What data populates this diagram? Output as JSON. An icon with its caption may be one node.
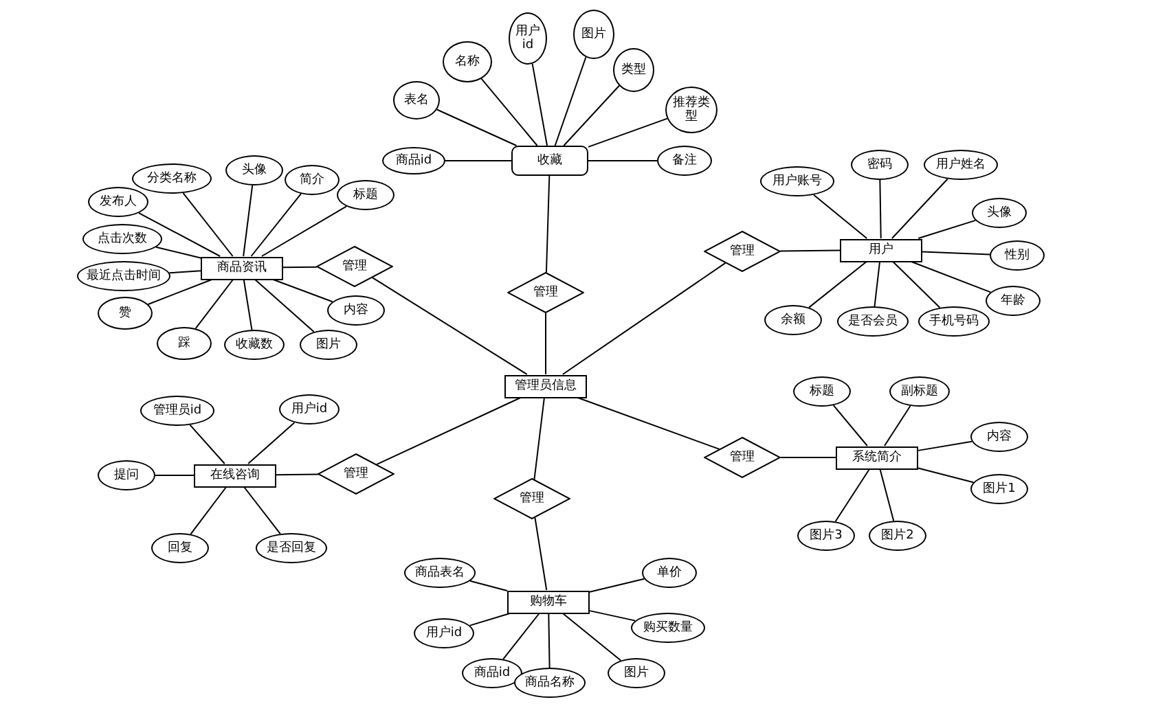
{
  "diagram": {
    "nodes": [
      {
        "text": [
          "收藏"
        ]
      },
      {
        "text": [
          "表名"
        ]
      },
      {
        "text": [
          "名称"
        ]
      },
      {
        "text": [
          "用户id"
        ]
      },
      {
        "text": [
          "图片"
        ]
      },
      {
        "text": [
          "类型"
        ]
      },
      {
        "text": [
          "推荐类型"
        ]
      },
      {
        "text": [
          "商品id"
        ]
      },
      {
        "text": [
          "备注"
        ]
      },
      {
        "text": [
          "商品资讯"
        ]
      },
      {
        "text": [
          "发布人"
        ]
      },
      {
        "text": [
          "分类名称"
        ]
      },
      {
        "text": [
          "头像"
        ]
      },
      {
        "text": [
          "简介"
        ]
      },
      {
        "text": [
          "标题"
        ]
      },
      {
        "text": [
          "点击次数"
        ]
      },
      {
        "text": [
          "最近点击时间"
        ]
      },
      {
        "text": [
          "赞"
        ]
      },
      {
        "text": [
          "踩"
        ]
      },
      {
        "text": [
          "收藏数"
        ]
      },
      {
        "text": [
          "图片"
        ]
      },
      {
        "text": [
          "内容"
        ]
      },
      {
        "text": [
          "管理"
        ]
      },
      {
        "text": [
          "管理"
        ]
      },
      {
        "text": [
          "用户"
        ]
      },
      {
        "text": [
          "用户账号"
        ]
      },
      {
        "text": [
          "密码"
        ]
      },
      {
        "text": [
          "用户姓名"
        ]
      },
      {
        "text": [
          "头像"
        ]
      },
      {
        "text": [
          "性别"
        ]
      },
      {
        "text": [
          "年龄"
        ]
      },
      {
        "text": [
          "余额"
        ]
      },
      {
        "text": [
          "是否会员"
        ]
      },
      {
        "text": [
          "手机号码"
        ]
      },
      {
        "text": [
          "管理"
        ]
      },
      {
        "text": [
          "管理员信息"
        ]
      },
      {
        "text": [
          "在线咨询"
        ]
      },
      {
        "text": [
          "管理员id"
        ]
      },
      {
        "text": [
          "用户id"
        ]
      },
      {
        "text": [
          "提问"
        ]
      },
      {
        "text": [
          "回复"
        ]
      },
      {
        "text": [
          "是否回复"
        ]
      },
      {
        "text": [
          "管理"
        ]
      },
      {
        "text": [
          "系统简介"
        ]
      },
      {
        "text": [
          "标题"
        ]
      },
      {
        "text": [
          "副标题"
        ]
      },
      {
        "text": [
          "内容"
        ]
      },
      {
        "text": [
          "图片1"
        ]
      },
      {
        "text": [
          "图片3"
        ]
      },
      {
        "text": [
          "图片2"
        ]
      },
      {
        "text": [
          "管理"
        ]
      },
      {
        "text": [
          "管理"
        ]
      },
      {
        "text": [
          "购物车"
        ]
      },
      {
        "text": [
          "商品表名"
        ]
      },
      {
        "text": [
          "单价"
        ]
      },
      {
        "text": [
          "用户id"
        ]
      },
      {
        "text": [
          "购买数量"
        ]
      },
      {
        "text": [
          "商品id"
        ]
      },
      {
        "text": [
          "商品名称"
        ]
      },
      {
        "text": [
          "图片"
        ]
      }
    ],
    "edges": [
      {
        "from": 0,
        "to": 1,
        "arrow": "none"
      },
      {
        "from": 0,
        "to": 2,
        "arrow": "none"
      },
      {
        "from": 0,
        "to": 3,
        "arrow": "none"
      },
      {
        "from": 0,
        "to": 4,
        "arrow": "none"
      },
      {
        "from": 0,
        "to": 5,
        "arrow": "none"
      },
      {
        "from": 0,
        "to": 6,
        "arrow": "none"
      },
      {
        "from": 0,
        "to": 7,
        "arrow": "none"
      },
      {
        "from": 0,
        "to": 8,
        "arrow": "none"
      },
      {
        "from": 9,
        "to": 10,
        "arrow": "none"
      },
      {
        "from": 9,
        "to": 11,
        "arrow": "none"
      },
      {
        "from": 9,
        "to": 12,
        "arrow": "none"
      },
      {
        "from": 9,
        "to": 13,
        "arrow": "none"
      },
      {
        "from": 9,
        "to": 14,
        "arrow": "none"
      },
      {
        "from": 9,
        "to": 15,
        "arrow": "none"
      },
      {
        "from": 9,
        "to": 16,
        "arrow": "none"
      },
      {
        "from": 9,
        "to": 17,
        "arrow": "none"
      },
      {
        "from": 9,
        "to": 18,
        "arrow": "none"
      },
      {
        "from": 9,
        "to": 19,
        "arrow": "none"
      },
      {
        "from": 9,
        "to": 20,
        "arrow": "none"
      },
      {
        "from": 9,
        "to": 21,
        "arrow": "none"
      },
      {
        "from": 9,
        "to": 22,
        "arrow": "none"
      },
      {
        "from": 22,
        "to": 35,
        "arrow": "none"
      },
      {
        "from": 0,
        "to": 23,
        "arrow": "none"
      },
      {
        "from": 23,
        "to": 35,
        "arrow": "none"
      },
      {
        "from": 24,
        "to": 25,
        "arrow": "none"
      },
      {
        "from": 24,
        "to": 26,
        "arrow": "none"
      },
      {
        "from": 24,
        "to": 27,
        "arrow": "none"
      },
      {
        "from": 24,
        "to": 28,
        "arrow": "none"
      },
      {
        "from": 24,
        "to": 29,
        "arrow": "none"
      },
      {
        "from": 24,
        "to": 30,
        "arrow": "none"
      },
      {
        "from": 24,
        "to": 31,
        "arrow": "none"
      },
      {
        "from": 24,
        "to": 32,
        "arrow": "none"
      },
      {
        "from": 24,
        "to": 33,
        "arrow": "none"
      },
      {
        "from": 34,
        "to": 24,
        "arrow": "none"
      },
      {
        "from": 35,
        "to": 34,
        "arrow": "none"
      },
      {
        "from": 36,
        "to": 37,
        "arrow": "none"
      },
      {
        "from": 36,
        "to": 38,
        "arrow": "none"
      },
      {
        "from": 36,
        "to": 39,
        "arrow": "none"
      },
      {
        "from": 36,
        "to": 40,
        "arrow": "none"
      },
      {
        "from": 36,
        "to": 41,
        "arrow": "none"
      },
      {
        "from": 42,
        "to": 36,
        "arrow": "none"
      },
      {
        "from": 35,
        "to": 42,
        "arrow": "none"
      },
      {
        "from": 43,
        "to": 44,
        "arrow": "none"
      },
      {
        "from": 43,
        "to": 45,
        "arrow": "none"
      },
      {
        "from": 43,
        "to": 46,
        "arrow": "none"
      },
      {
        "from": 43,
        "to": 47,
        "arrow": "none"
      },
      {
        "from": 43,
        "to": 48,
        "arrow": "none"
      },
      {
        "from": 43,
        "to": 49,
        "arrow": "none"
      },
      {
        "from": 50,
        "to": 43,
        "arrow": "none"
      },
      {
        "from": 35,
        "to": 50,
        "arrow": "none"
      },
      {
        "from": 35,
        "to": 51,
        "arrow": "none"
      },
      {
        "from": 51,
        "to": 52,
        "arrow": "none"
      },
      {
        "from": 52,
        "to": 53,
        "arrow": "none"
      },
      {
        "from": 52,
        "to": 54,
        "arrow": "none"
      },
      {
        "from": 52,
        "to": 55,
        "arrow": "none"
      },
      {
        "from": 52,
        "to": 56,
        "arrow": "none"
      },
      {
        "from": 52,
        "to": 57,
        "arrow": "none"
      },
      {
        "from": 52,
        "to": 58,
        "arrow": "none"
      },
      {
        "from": 52,
        "to": 59,
        "arrow": "none"
      }
    ]
  }
}
